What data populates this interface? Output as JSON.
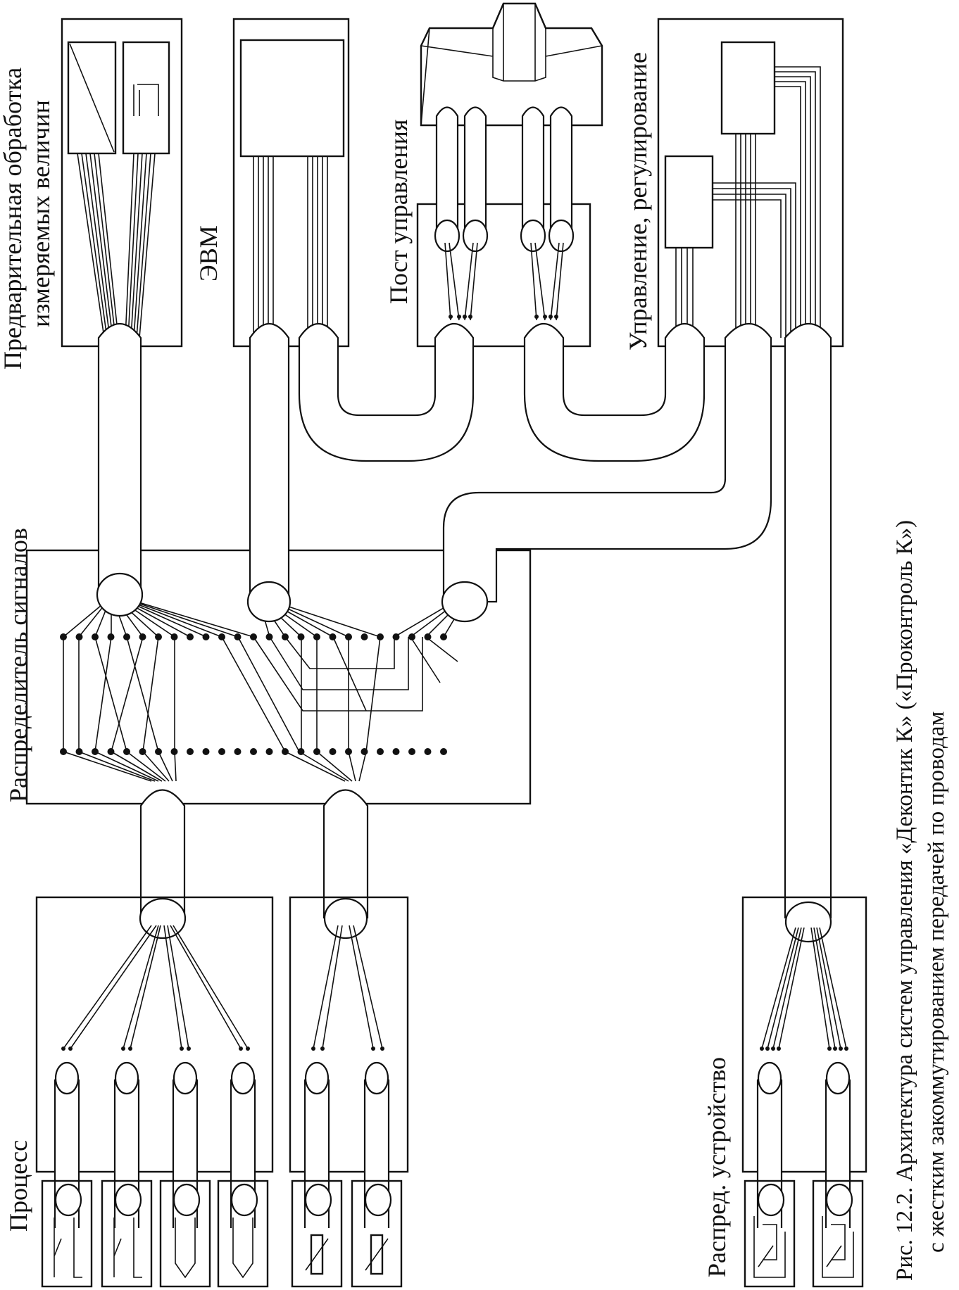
{
  "labels": {
    "preprocessing": "Предварительная обработка",
    "measured": "измеряемых величин",
    "computer": "ЭВМ",
    "control_post": "Пост управления",
    "control_regulation": "Управление, регулирование",
    "distributor": "Распределитель сигналов",
    "process": "Процесс",
    "dist_device": "Распред. устройство"
  },
  "caption": {
    "line1": "Рис. 12.2. Архитектура систем управления «Деконтик К» («Проконтроль К»)",
    "line2": "с жестким закоммутированием передачей по проводам"
  }
}
